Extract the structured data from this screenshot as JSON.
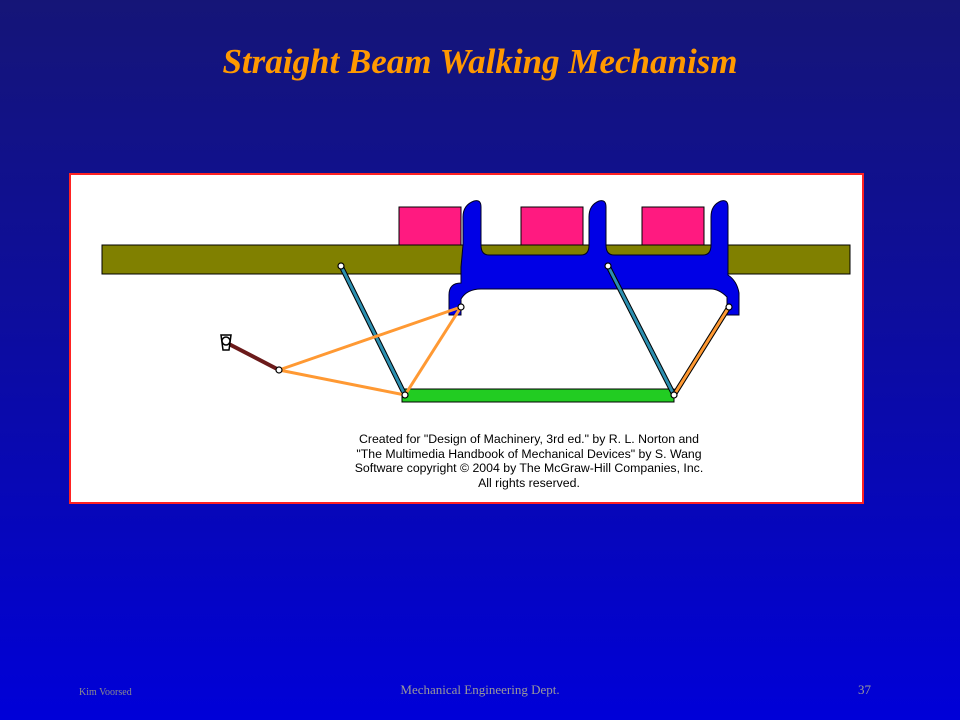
{
  "slide": {
    "title": "Straight Beam Walking Mechanism"
  },
  "figure": {
    "credits": [
      "Created for \"Design of Machinery, 3rd ed.\" by R. L. Norton and",
      "\"The Multimedia Handbook of Mechanical Devices\" by S. Wang",
      "Software copyright © 2004 by The McGraw-Hill Companies, Inc.",
      "All rights reserved."
    ],
    "colors": {
      "beam": "#808000",
      "load": "#ff1a80",
      "walking_beam": "#0000e6",
      "coupler_bar": "#22cc22",
      "rocker_links": "#2c8fb0",
      "crank_links": "#ff9933",
      "crank": "#6b1a1a",
      "frame_border": "#ff2222"
    }
  },
  "footer": {
    "author": "Kim Voorsed",
    "department": "Mechanical Engineering Dept.",
    "page_number": "37"
  }
}
